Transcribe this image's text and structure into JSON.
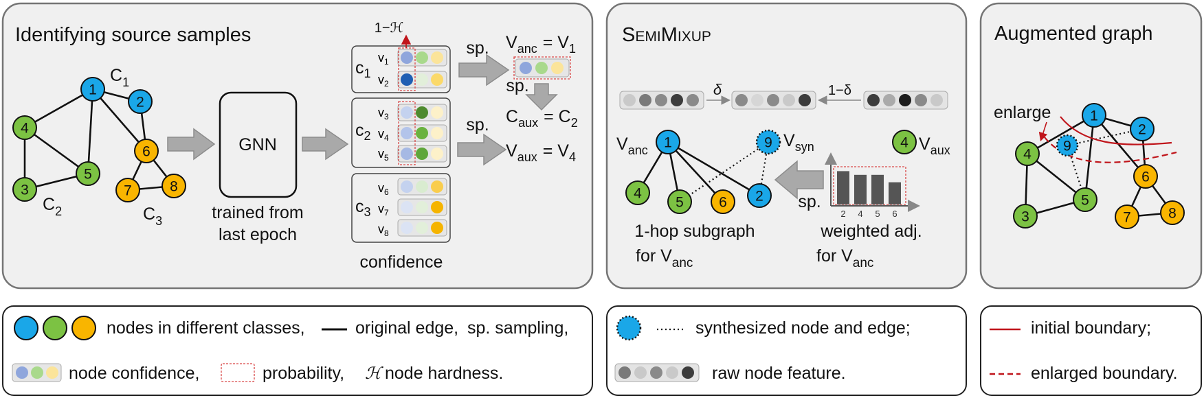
{
  "panels": {
    "identify": {
      "title": "Identifying source samples",
      "class_labels": [
        {
          "main": "C",
          "sub": "1"
        },
        {
          "main": "C",
          "sub": "2"
        },
        {
          "main": "C",
          "sub": "3"
        }
      ],
      "gnn_label": "GNN",
      "gnn_caption": [
        "trained from",
        "last epoch"
      ],
      "confidence_caption": "confidence",
      "hardness_label": "1−ℋ",
      "groups": [
        {
          "class_label": "c",
          "class_sub": "1",
          "rows": [
            {
              "v": "v",
              "s": "1"
            },
            {
              "v": "v",
              "s": "2"
            }
          ]
        },
        {
          "class_label": "c",
          "class_sub": "2",
          "rows": [
            {
              "v": "v",
              "s": "3"
            },
            {
              "v": "v",
              "s": "4"
            },
            {
              "v": "v",
              "s": "5"
            }
          ]
        },
        {
          "class_label": "c",
          "class_sub": "3",
          "rows": [
            {
              "v": "v",
              "s": "6"
            },
            {
              "v": "v",
              "s": "7"
            },
            {
              "v": "v",
              "s": "8"
            }
          ]
        }
      ],
      "sp_label": "sp.",
      "eq_vanc": {
        "lhs": "V",
        "lhs_sub": "anc",
        "rhs": "= V",
        "rhs_sub": "1"
      },
      "eq_caux": {
        "lhs": "C",
        "lhs_sub": "aux",
        "rhs": "= C",
        "rhs_sub": "2"
      },
      "eq_vaux": {
        "lhs": "V",
        "lhs_sub": "aux",
        "rhs": "= V",
        "rhs_sub": "4"
      }
    },
    "semimixup": {
      "title_s": "S",
      "title_emi": "EMI",
      "title_m": "M",
      "title_ixup": "IXUP",
      "delta": "δ",
      "one_minus_delta": "1−δ",
      "vanc": {
        "main": "V",
        "sub": "anc"
      },
      "vsyn": {
        "main": "V",
        "sub": "syn"
      },
      "vaux": {
        "main": "V",
        "sub": "aux"
      },
      "sp_label": "sp.",
      "bar_ticks": [
        "2",
        "4",
        "5",
        "6"
      ],
      "bar_values": [
        0.9,
        0.8,
        0.8,
        0.6
      ],
      "caption_left": [
        "1-hop subgraph",
        "for V"
      ],
      "caption_left_sub": "anc",
      "caption_right": [
        "weighted adj.",
        "for V"
      ],
      "caption_right_sub": "anc"
    },
    "augmented": {
      "title": "Augmented graph",
      "enlarge_label": "enlarge"
    }
  },
  "nodes": {
    "n1": "1",
    "n2": "2",
    "n3": "3",
    "n4": "4",
    "n5": "5",
    "n6": "6",
    "n7": "7",
    "n8": "8",
    "n9": "9"
  },
  "legend": {
    "left_row1": [
      "nodes in different classes,",
      "original edge,",
      "sp. sampling,"
    ],
    "left_row2": [
      "node confidence,",
      "probability,",
      "ℋ",
      "node hardness."
    ],
    "mid_row1": "synthesized node and edge;",
    "mid_row2": "raw node feature.",
    "right_row1": "initial boundary;",
    "right_row2": "enlarged boundary."
  },
  "colors": {
    "blue": "#1aa7e8",
    "green": "#7cc243",
    "orange": "#f9b500",
    "boundary_red": "#c0151b"
  }
}
